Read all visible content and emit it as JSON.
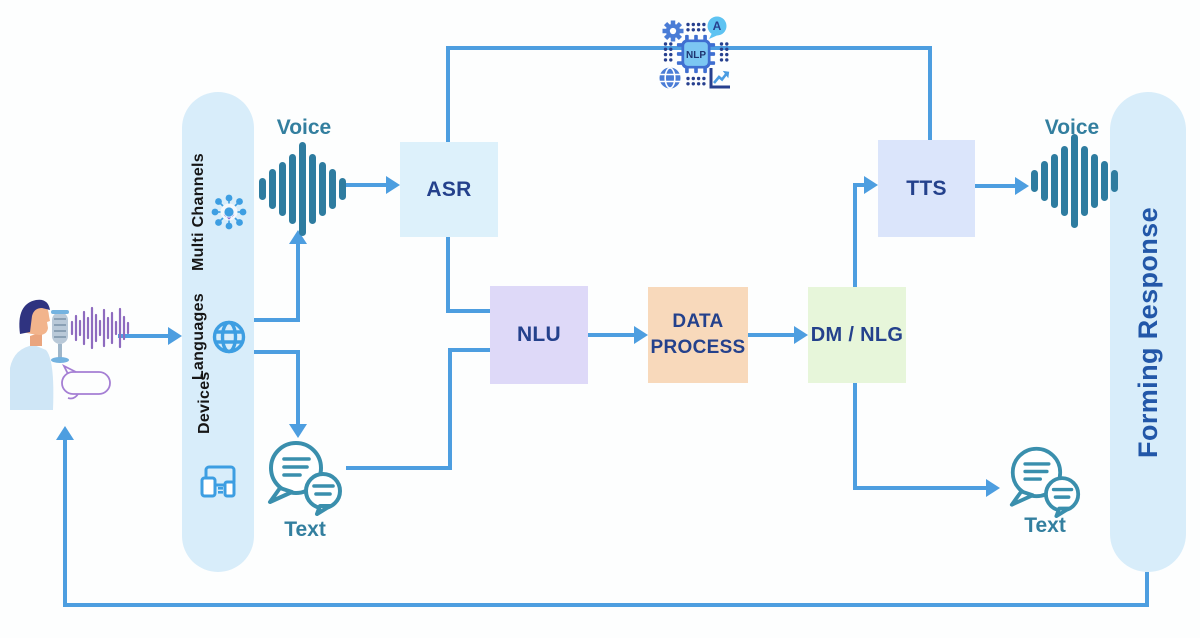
{
  "diagram": {
    "description": "Conversational AI pipeline flow diagram",
    "colors": {
      "connector": "#4d9ee0",
      "panel_fill": "#d8edfa",
      "teal_label": "#337f9f",
      "node_text": "#24418c",
      "output_panel_text": "#2257a8",
      "asr_fill": "#ddf1fb",
      "nlu_fill": "#ded9f8",
      "data_process_fill": "#f8d9bb",
      "dm_nlg_fill": "#e7f6da",
      "tts_fill": "#dbe5fb"
    }
  },
  "input_panel": {
    "items": [
      {
        "label": "Multi Channels",
        "icon": "network-hub-icon"
      },
      {
        "label": "Languages",
        "icon": "globe-icon"
      },
      {
        "label": "Devices",
        "icon": "devices-icon"
      }
    ]
  },
  "output_panel": {
    "label": "Forming Response"
  },
  "nodes": {
    "asr": "ASR",
    "nlu": "NLU",
    "data_process": "DATA PROCESS",
    "dm_nlg": "DM / NLG",
    "tts": "TTS"
  },
  "labels": {
    "voice_in": "Voice",
    "voice_out": "Voice",
    "text_in": "Text",
    "text_out": "Text"
  },
  "nlp_unit": {
    "chip": "NLP",
    "bubble": "A"
  }
}
